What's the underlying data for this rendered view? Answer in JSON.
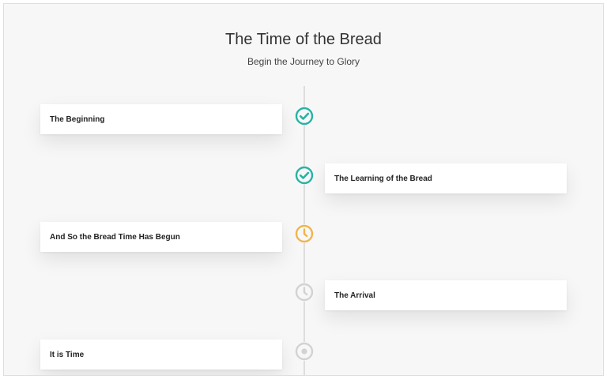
{
  "header": {
    "title": "The Time of the Bread",
    "subtitle": "Begin the Journey to Glory"
  },
  "colors": {
    "done": "#26b3a5",
    "in_progress": "#f0b44c",
    "pending": "#d2d2d2",
    "line": "#dddddd"
  },
  "timeline": {
    "items": [
      {
        "label": "The Beginning",
        "side": "left",
        "status": "completed",
        "icon": "check-circle-icon"
      },
      {
        "label": "The Learning of the Bread",
        "side": "right",
        "status": "completed",
        "icon": "check-circle-icon"
      },
      {
        "label": "And So the Bread Time Has Begun",
        "side": "left",
        "status": "in-progress",
        "icon": "clock-icon"
      },
      {
        "label": "The Arrival",
        "side": "right",
        "status": "pending",
        "icon": "clock-icon"
      },
      {
        "label": "It is Time",
        "side": "left",
        "status": "upcoming",
        "icon": "radio-dot-icon"
      }
    ]
  }
}
